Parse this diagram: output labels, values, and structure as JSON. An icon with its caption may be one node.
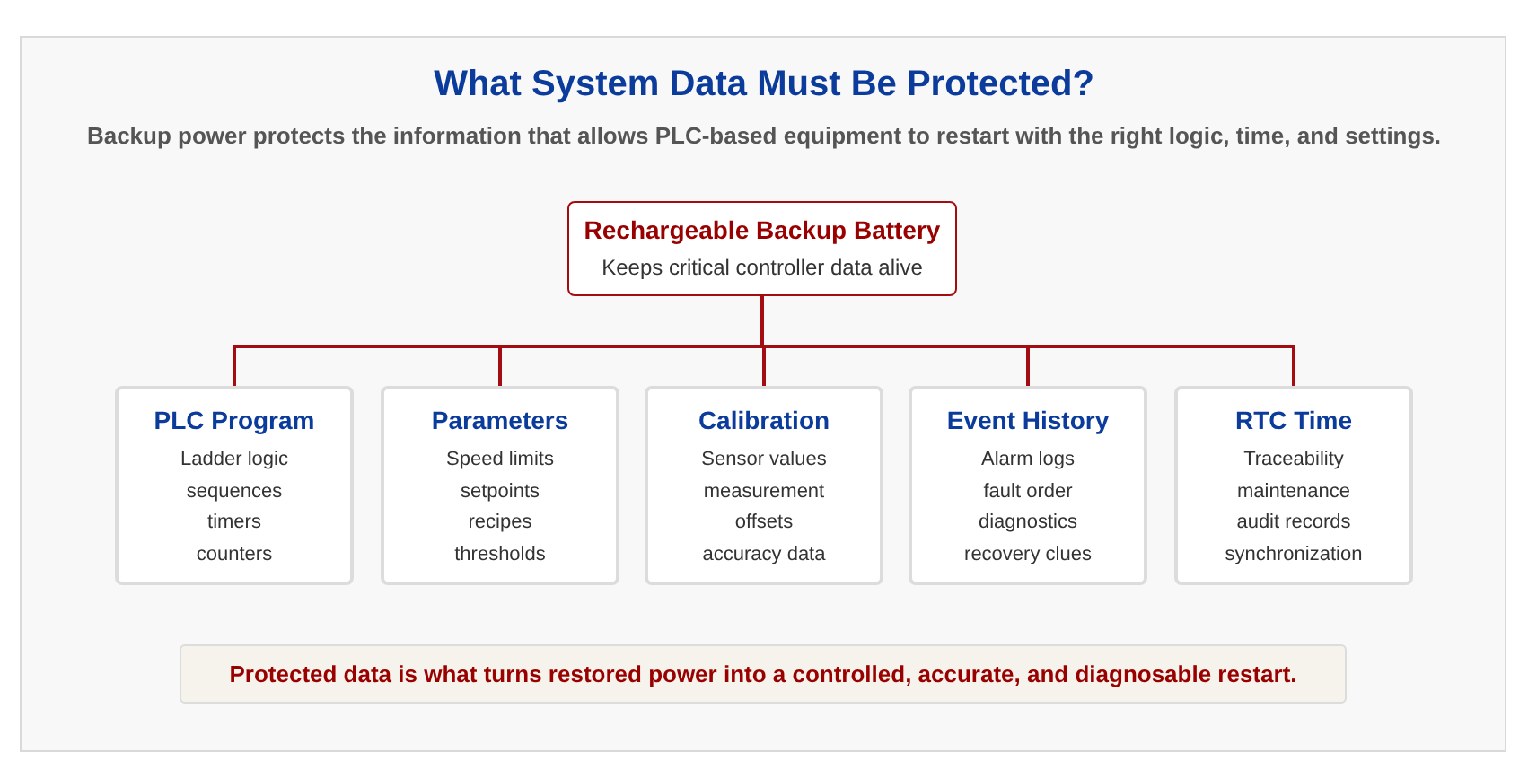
{
  "diagram": {
    "title": "What System Data Must Be Protected?",
    "nodes": [
      {
        "text": [
          "Rechargeable Backup Battery",
          "Keeps critical controller data alive"
        ]
      },
      {
        "text": [
          "PLC Program",
          "Ladder logic",
          "sequences",
          "timers",
          "counters"
        ]
      },
      {
        "text": [
          "Parameters",
          "Speed limits",
          "setpoints",
          "recipes",
          "thresholds"
        ]
      },
      {
        "text": [
          "Calibration",
          "Sensor values",
          "measurement",
          "offsets",
          "accuracy data"
        ]
      },
      {
        "text": [
          "Event History",
          "Alarm logs",
          "fault order",
          "diagnostics",
          "recovery clues"
        ]
      },
      {
        "text": [
          "RTC Time",
          "Traceability",
          "maintenance",
          "audit records",
          "synchronization"
        ]
      },
      {
        "text": [
          "Protected data is what turns restored power into a controlled, accurate, and diagnosable restart."
        ]
      }
    ],
    "edges": [
      {
        "from": 0,
        "to": 1,
        "arrow": "none"
      },
      {
        "from": 0,
        "to": 2,
        "arrow": "none"
      },
      {
        "from": 0,
        "to": 3,
        "arrow": "none"
      },
      {
        "from": 0,
        "to": 4,
        "arrow": "none"
      },
      {
        "from": 0,
        "to": 5,
        "arrow": "none"
      }
    ],
    "labels": [
      "Backup power protects the information that allows PLC-based equipment to restart with the right logic, time, and settings."
    ]
  }
}
